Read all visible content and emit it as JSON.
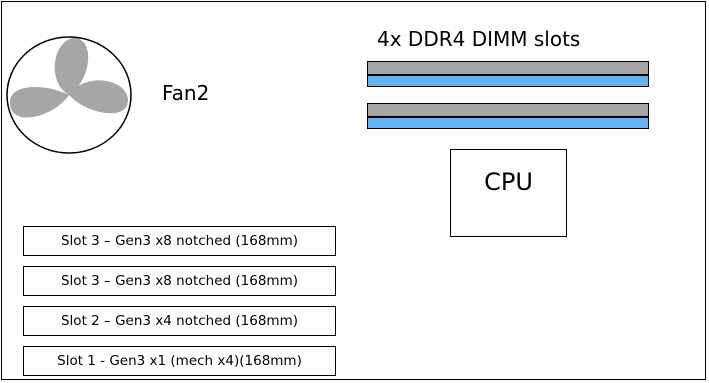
{
  "fan": {
    "label": "Fan2",
    "icon": "fan-icon",
    "blade_color": "#a6a6a6"
  },
  "memory": {
    "title": "4x DDR4 DIMM slots",
    "colors": {
      "top": "#a6a6a6",
      "bottom": "#5fb2f3"
    }
  },
  "cpu": {
    "label": "CPU"
  },
  "slots": [
    {
      "label": "Slot 3 – Gen3 x8 notched  (168mm)"
    },
    {
      "label": "Slot 3 – Gen3 x8 notched  (168mm)"
    },
    {
      "label": "Slot 2 – Gen3 x4 notched (168mm)"
    },
    {
      "label": "Slot 1 - Gen3 x1 (mech x4)(168mm)"
    }
  ]
}
